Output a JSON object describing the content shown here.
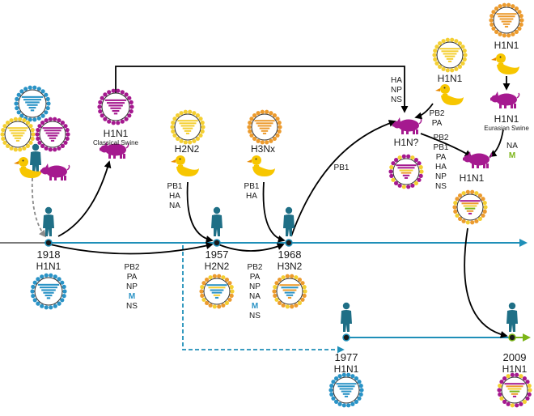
{
  "colors": {
    "timeline": "#1f8fb8",
    "arrow": "#000000",
    "human": "#1f6f86",
    "swine": "#a5198f",
    "avian": "#f7c600",
    "virus_human": "#2a93c6",
    "virus_swine": "#a5198f",
    "virus_avian": "#f4cf32",
    "virus_h3": "#ec9b2e",
    "m_gene_human": "#2a93c6",
    "m_gene_eurasian": "#7cb518",
    "dashed_gray": "#8a8a8a",
    "end_arrow": "#7cb518"
  },
  "icons": [
    "virus-icon",
    "human-icon",
    "pig-icon",
    "duck-icon"
  ],
  "events": {
    "e1918": {
      "year": "1918",
      "subtype": "H1N1"
    },
    "e1957": {
      "year": "1957",
      "subtype": "H2N2"
    },
    "e1968": {
      "year": "1968",
      "subtype": "H3N2"
    },
    "e1977": {
      "year": "1977",
      "subtype": "H1N1"
    },
    "e2009": {
      "year": "2009",
      "subtype": "H1N1"
    }
  },
  "labels": {
    "classical_swine_subtype": "H1N1",
    "classical_swine": "Classical Swine",
    "h2n2_avian": "H2N2",
    "h3nx_avian": "H3Nx",
    "avian_h1n1_mid": "H1N1",
    "avian_h1n1_top": "H1N1",
    "eurasian_swine_subtype": "H1N1",
    "eurasian_swine": "Eurasian Swine",
    "h1n_unknown": "H1N?",
    "swine_h1n1_2009": "H1N1"
  },
  "genes": {
    "g1918_to_1957": [
      "PB2",
      "PA",
      "NP",
      "M",
      "NS"
    ],
    "g1957_to_1968": [
      "PB2",
      "PA",
      "NP",
      "NA",
      "M",
      "NS"
    ],
    "h2n2_avian": [
      "PB1",
      "HA",
      "NA"
    ],
    "h3nx_avian": [
      "PB1",
      "HA"
    ],
    "pb1_1968": "PB1",
    "swine_ha_np_ns": [
      "HA",
      "NP",
      "NS"
    ],
    "avian_pb2_pa": [
      "PB2",
      "PA"
    ],
    "triple_reassortant": [
      "PB2",
      "PB1",
      "PA",
      "HA",
      "NP",
      "NS"
    ],
    "eurasian_na": "NA",
    "eurasian_m": "M"
  }
}
